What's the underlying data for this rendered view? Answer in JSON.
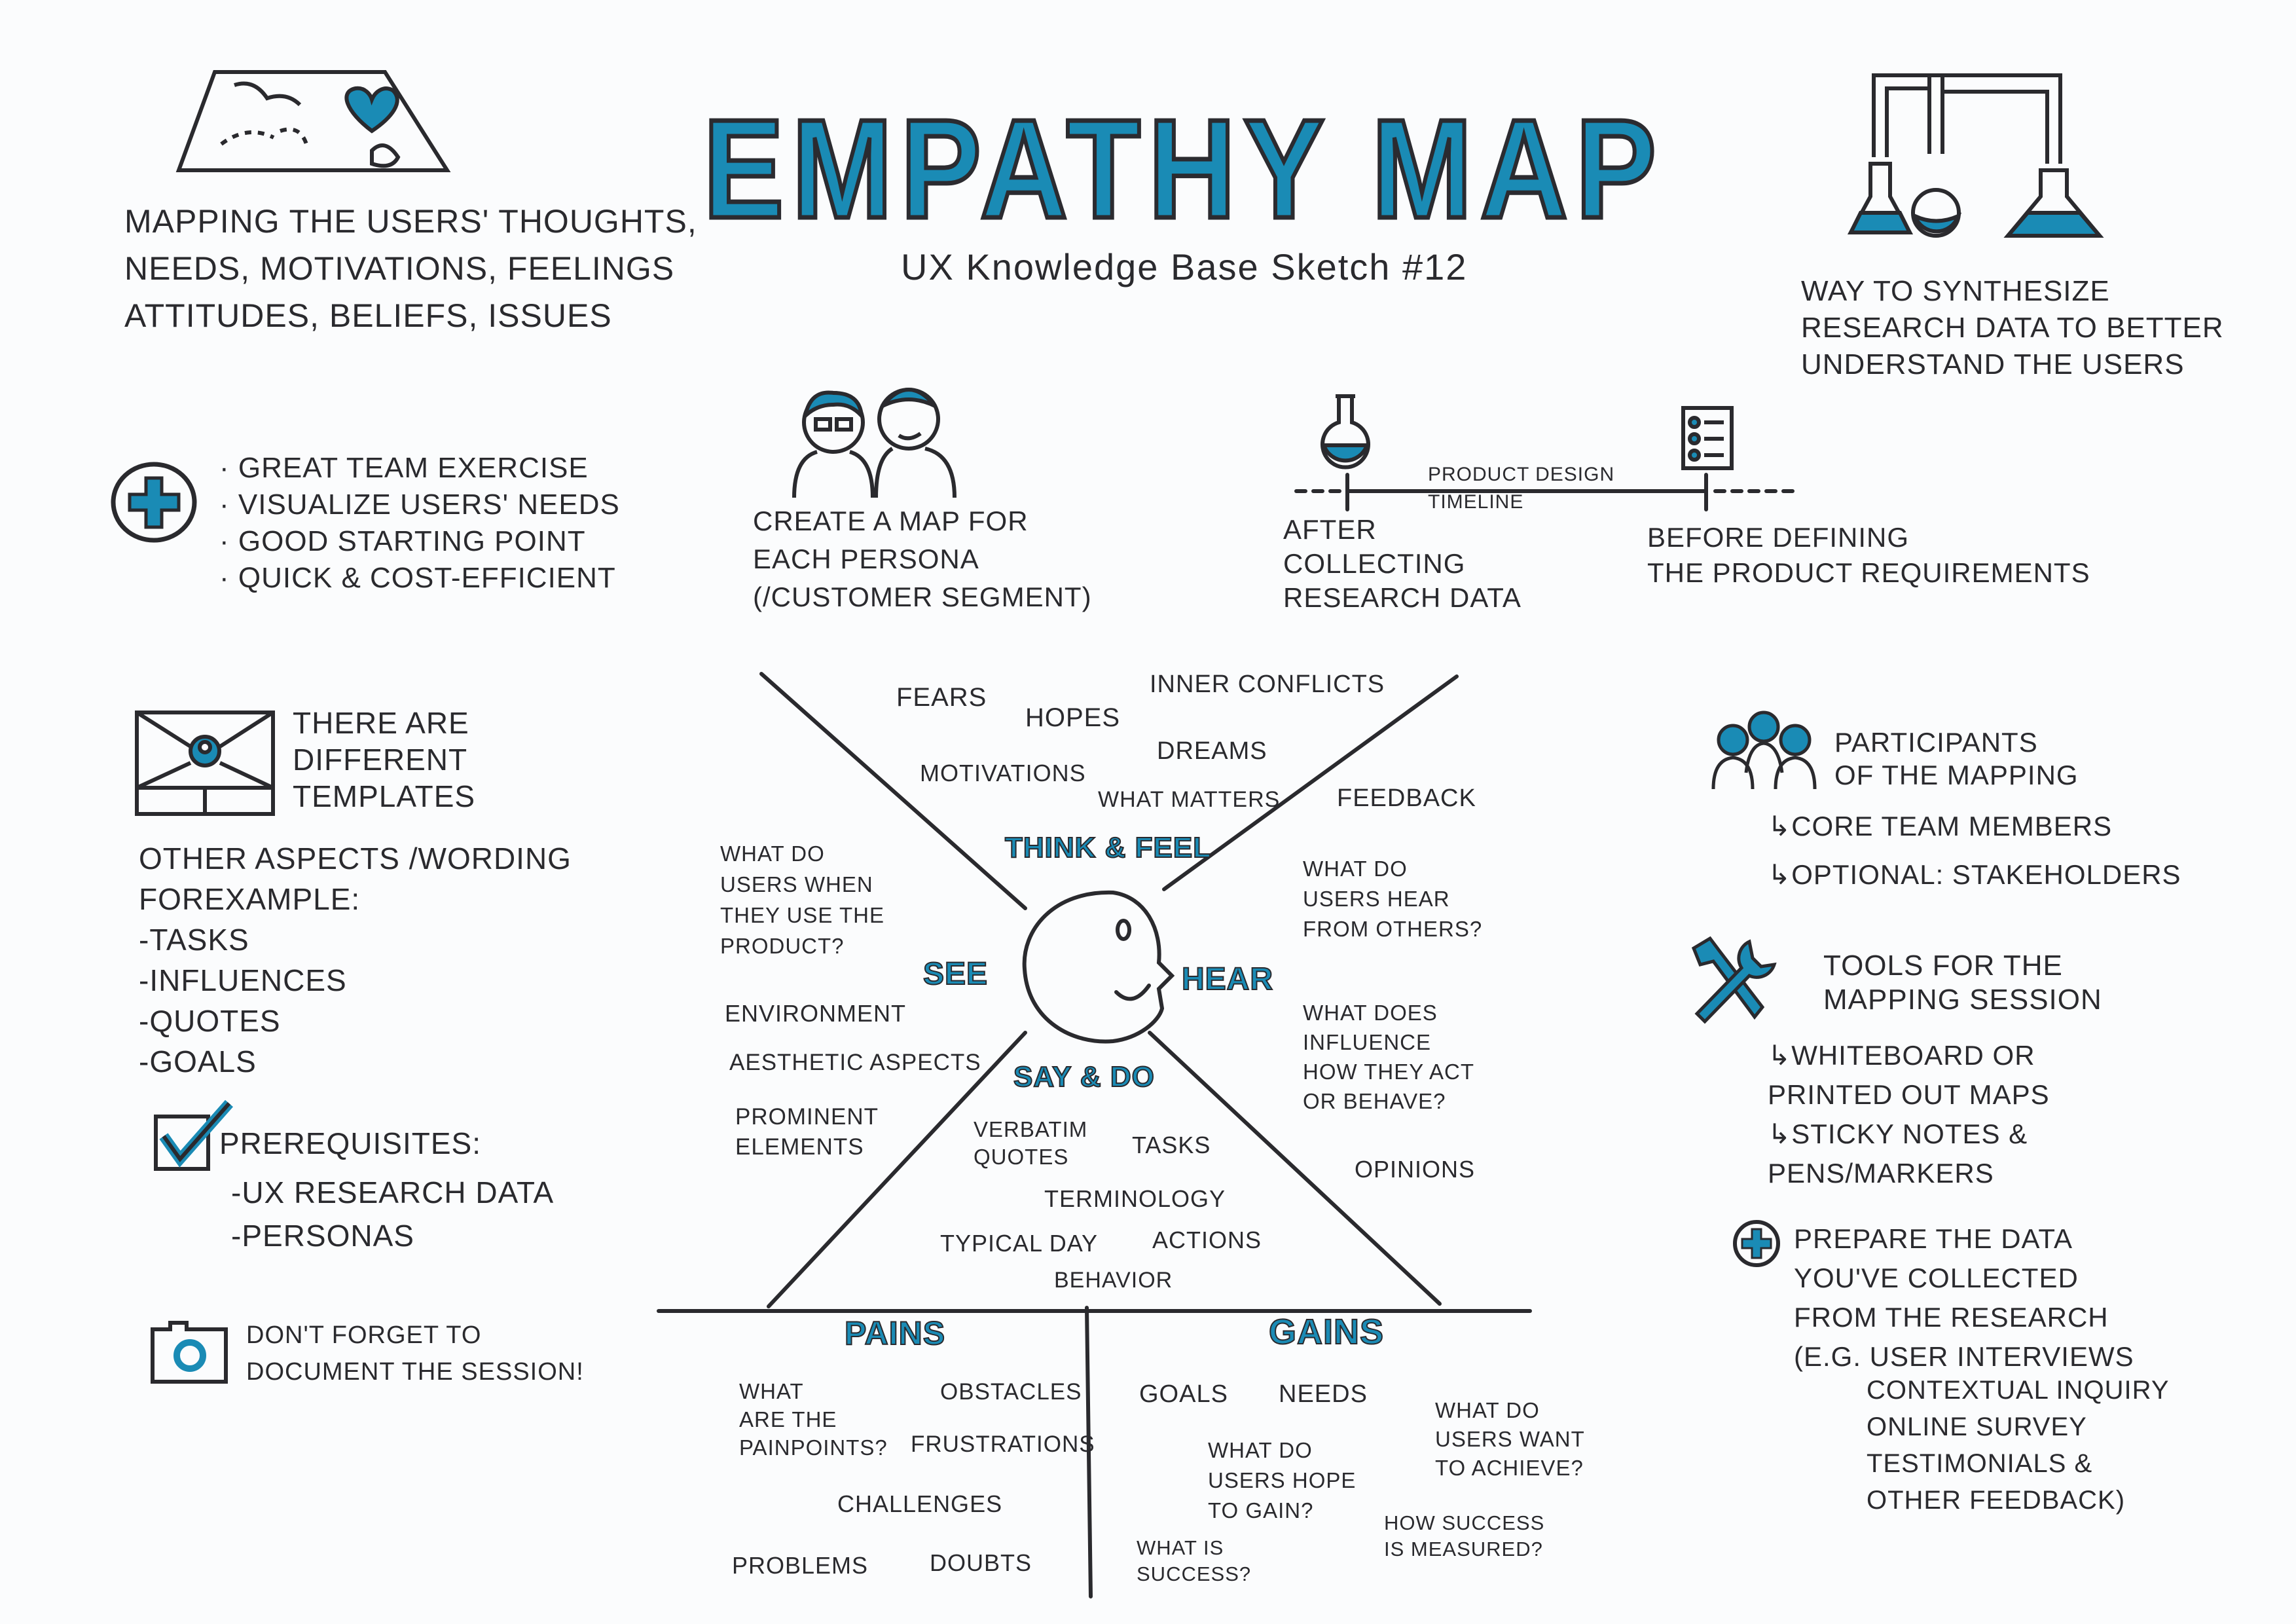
{
  "title": "EMPATHY MAP",
  "subtitle": "UX Knowledge Base Sketch #12",
  "colors": {
    "accent": "#1a8bb5",
    "ink": "#2a2a2e"
  },
  "notes": {
    "intro": [
      "MAPPING THE USERS' THOUGHTS,",
      "NEEDS, MOTIVATIONS, FEELINGS",
      "ATTITUDES, BELIEFS, ISSUES"
    ],
    "synthesize": [
      "WAY TO SYNTHESIZE",
      "RESEARCH DATA TO BETTER",
      "UNDERSTAND THE USERS"
    ],
    "benefits": [
      "· GREAT TEAM EXERCISE",
      "· VISUALIZE USERS' NEEDS",
      "· GOOD STARTING POINT",
      "· QUICK & COST-EFFICIENT"
    ],
    "persona": [
      "CREATE A MAP FOR",
      "EACH PERSONA",
      "(/CUSTOMER SEGMENT)"
    ],
    "timeline_label": [
      "PRODUCT DESIGN",
      "TIMELINE"
    ],
    "after": [
      "AFTER",
      "COLLECTING",
      "RESEARCH DATA"
    ],
    "before": [
      "BEFORE DEFINING",
      "THE PRODUCT REQUIREMENTS"
    ],
    "templates": [
      "THERE ARE",
      "DIFFERENT",
      "TEMPLATES"
    ],
    "other_aspects": [
      "OTHER ASPECTS /WORDING",
      "FOREXAMPLE:",
      "-TASKS",
      "-INFLUENCES",
      "-QUOTES",
      "-GOALS"
    ],
    "prereq": [
      "PREREQUISITES:"
    ],
    "prereq_items": [
      "-UX RESEARCH DATA",
      "-PERSONAS"
    ],
    "document": [
      "DON'T FORGET TO",
      "DOCUMENT THE SESSION!"
    ],
    "participants": [
      "PARTICIPANTS",
      "OF THE MAPPING"
    ],
    "participants_items": [
      "↳CORE TEAM MEMBERS",
      "↳OPTIONAL: STAKEHOLDERS"
    ],
    "tools": [
      "TOOLS FOR THE",
      "MAPPING SESSION"
    ],
    "tools_items": [
      "↳WHITEBOARD OR",
      "   PRINTED OUT MAPS",
      "↳STICKY NOTES &",
      "   PENS/MARKERS"
    ],
    "prepare": [
      "PREPARE THE DATA",
      "YOU'VE COLLECTED",
      "FROM THE RESEARCH",
      "(E.G. USER INTERVIEWS"
    ],
    "prepare_items": [
      "CONTEXTUAL INQUIRY",
      "ONLINE SURVEY",
      "TESTIMONIALS &",
      "OTHER FEEDBACK)"
    ]
  },
  "map": {
    "sections": {
      "think_feel": "THINK & FEEL",
      "see": "SEE",
      "hear": "HEAR",
      "say_do": "SAY & DO",
      "pains": "PAINS",
      "gains": "GAINS"
    },
    "think_feel": {
      "fears": "FEARS",
      "hopes": "HOPES",
      "inner_conflicts": "INNER CONFLICTS",
      "motivations": "MOTIVATIONS",
      "dreams": "DREAMS",
      "what_matters": "WHAT MATTERS"
    },
    "see": {
      "question": [
        "WHAT DO",
        "USERS WHEN",
        "THEY USE THE",
        "PRODUCT?"
      ],
      "environment": "ENVIRONMENT",
      "aesthetic": "AESTHETIC ASPECTS",
      "prominent": [
        "PROMINENT",
        "ELEMENTS"
      ]
    },
    "hear": {
      "feedback": "FEEDBACK",
      "question": [
        "WHAT DO",
        "USERS HEAR",
        "FROM OTHERS?"
      ],
      "influence": [
        "WHAT DOES",
        "INFLUENCE",
        "HOW THEY ACT",
        "OR BEHAVE?"
      ],
      "opinions": "OPINIONS"
    },
    "say_do": {
      "verbatim": [
        "VERBATIM",
        "QUOTES"
      ],
      "tasks": "TASKS",
      "terminology": "TERMINOLOGY",
      "typical_day": "TYPICAL DAY",
      "actions": "ACTIONS",
      "behavior": "BEHAVIOR"
    },
    "pains": {
      "question": [
        "WHAT",
        "ARE THE",
        "PAINPOINTS?"
      ],
      "obstacles": "OBSTACLES",
      "frustrations": "FRUSTRATIONS",
      "challenges": "CHALLENGES",
      "problems": "PROBLEMS",
      "doubts": "DOUBTS"
    },
    "gains": {
      "goals": "GOALS",
      "needs": "NEEDS",
      "achieve": [
        "WHAT DO",
        "USERS WANT",
        "TO ACHIEVE?"
      ],
      "hope": [
        "WHAT DO",
        "USERS HOPE",
        "TO GAIN?"
      ],
      "measured": [
        "HOW SUCCESS",
        "IS MEASURED?"
      ],
      "success": [
        "WHAT IS",
        "SUCCESS?"
      ]
    }
  }
}
